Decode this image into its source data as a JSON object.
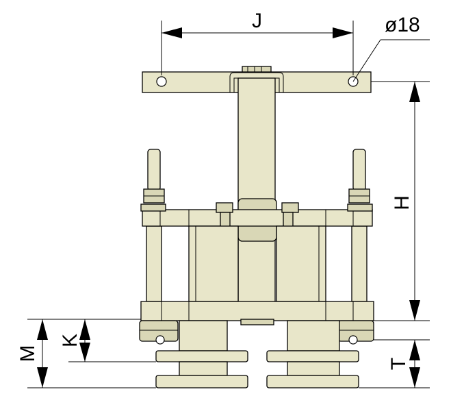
{
  "dimensions": {
    "J": "J",
    "diameter": "ø18",
    "H": "H",
    "M": "M",
    "K": "K",
    "T": "T"
  },
  "colors": {
    "part_fill": "#e8e6c9",
    "line": "#000000",
    "background": "#ffffff"
  }
}
